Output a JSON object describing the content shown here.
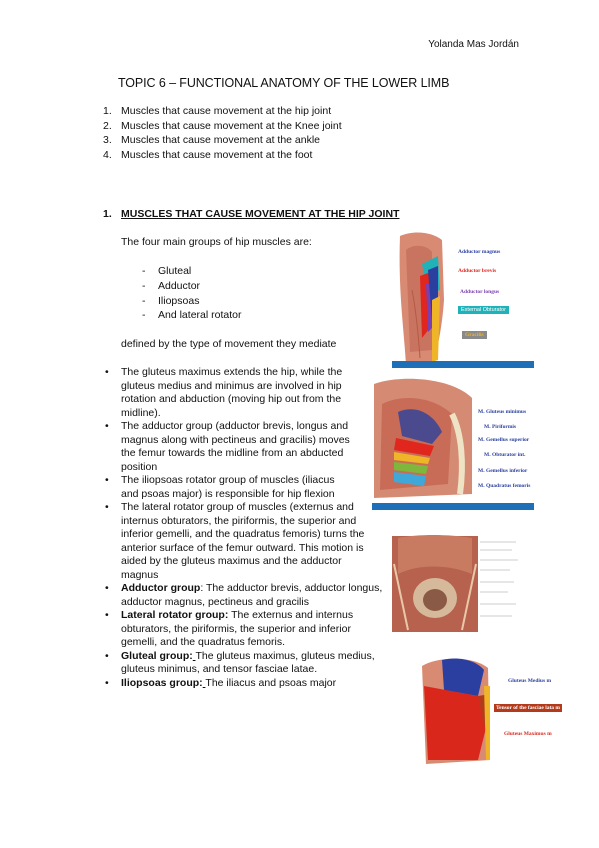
{
  "header": {
    "author": "Yolanda Mas Jordán"
  },
  "title": "TOPIC 6 – FUNCTIONAL ANATOMY OF THE LOWER LIMB",
  "toc": [
    {
      "num": "1.",
      "text": "Muscles that cause movement at the hip joint"
    },
    {
      "num": "2.",
      "text": "Muscles that cause movement at the Knee joint"
    },
    {
      "num": "3.",
      "text": "Muscles that cause movement at the ankle"
    },
    {
      "num": "4.",
      "text": "Muscles that cause movement at the foot"
    }
  ],
  "section1": {
    "num": "1.",
    "heading": "MUSCLES THAT CAUSE MOVEMENT AT THE HIP JOINT",
    "intro": "The four main groups of hip muscles are:",
    "groups": [
      "Gluteal",
      "Adductor",
      "Iliopsoas",
      "And lateral rotator"
    ],
    "group_dash": "-",
    "defined": "defined by the type of movement they mediate",
    "bullets": [
      {
        "text": "The gluteus maximus extends the hip, while the gluteus medius and minimus are involved in hip rotation and abduction (moving hip out from the midline)."
      },
      {
        "text": "The adductor group (adductor brevis, longus and magnus along with pectineus and gracilis) moves the femur towards the midline from an abducted position"
      },
      {
        "text": "The iliopsoas rotator group of muscles (iliacus and psoas major) is responsible for hip flexion"
      },
      {
        "text": "The lateral rotator group of muscles (externus and internus obturators, the piriformis, the superior and inferior gemelli, and the quadratus femoris) turns the anterior surface of the femur outward. This motion is aided by the gluteus maximus and the adductor magnus"
      },
      {
        "bold": "Adductor group",
        "sep": ": ",
        "text": "The adductor brevis, adductor longus, adductor magnus, pectineus and gracilis"
      },
      {
        "bold": "Lateral rotator group:",
        "sep": " ",
        "text": "The externus and internus obturators, the piriformis, the superior and inferior gemelli, and the quadratus femoris."
      },
      {
        "bold": "Gluteal group:",
        "sep": " ",
        "text": "The gluteus maximus, gluteus medius, gluteus minimus, and tensor fasciae latae."
      },
      {
        "bold": "Iliopsoas group:",
        "sep": " ",
        "text": "The iliacus and psoas major"
      }
    ]
  },
  "figures": {
    "fig1": {
      "labels": [
        "Adductor magnus",
        "Adductor brevis",
        "Adductor longus",
        "External Obturator",
        "Gracilis"
      ],
      "colors": [
        "#2b3fa0",
        "#e0261d",
        "#7a3fb0",
        "#1fb2b8",
        "#f0b429"
      ]
    },
    "fig2": {
      "labels": [
        "M. Gluteus minimus",
        "M. Piriformis",
        "M. Gemellus superior",
        "M. Obturator int.",
        "M. Gemellus inferior",
        "M. Quadratus femoris"
      ]
    },
    "fig4": {
      "labels": [
        "Gluteus Medius m",
        "Tensor of the fasciae lata m",
        "Gluteus Maximus m"
      ],
      "colors": [
        "#2b3fa0",
        "#b33b1c",
        "#d9281b"
      ]
    }
  }
}
